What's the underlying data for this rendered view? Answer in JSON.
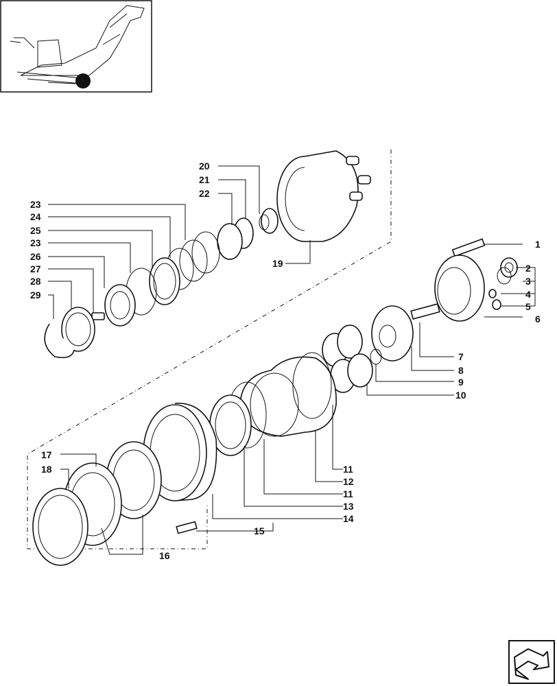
{
  "callouts": {
    "c1": "1",
    "c2": "2",
    "c3": "3",
    "c4": "4",
    "c5": "5",
    "c6": "6",
    "c7": "7",
    "c8": "8",
    "c9": "9",
    "c10": "10",
    "c11a": "11",
    "c12": "12",
    "c11b": "11",
    "c13": "13",
    "c14": "14",
    "c15": "15",
    "c16": "16",
    "c17": "17",
    "c18": "18",
    "c19": "19",
    "c20": "20",
    "c21": "21",
    "c22": "22",
    "c23a": "23",
    "c24": "24",
    "c25": "25",
    "c23b": "23",
    "c26": "26",
    "c27": "27",
    "c28": "28",
    "c29": "29"
  },
  "icons": {
    "machine_thumbnail": "sugarcane-harvester-thumbnail-icon",
    "navigation": "next-page-arrow-icon"
  },
  "colors": {
    "line": "#111111",
    "background": "#ffffff"
  }
}
